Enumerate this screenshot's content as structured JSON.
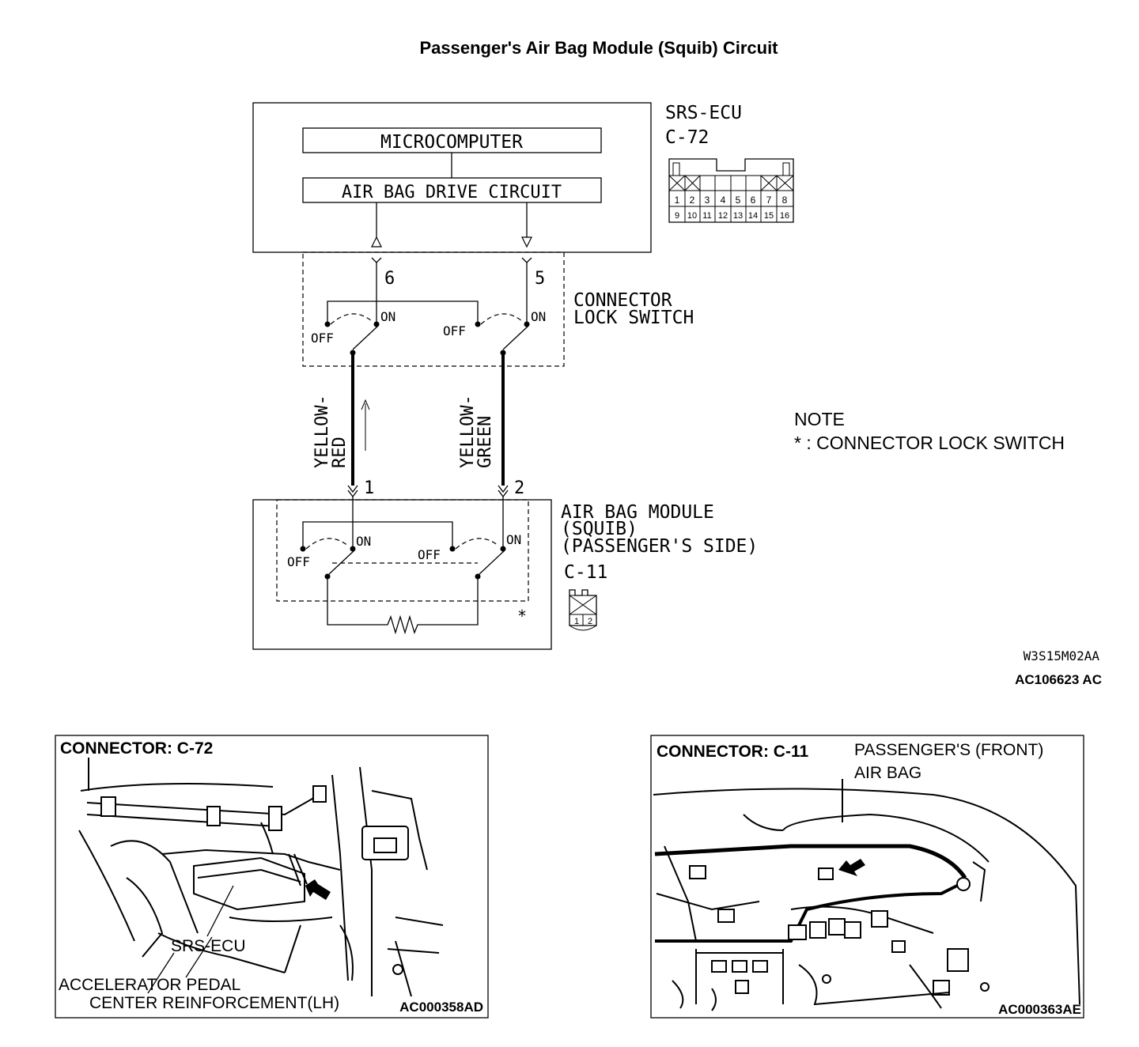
{
  "title": "Passenger's Air Bag Module (Squib) Circuit",
  "ecu": {
    "name": "SRS-ECU",
    "connector": "C-72",
    "microcomputer": "MICROCOMPUTER",
    "drive_circuit": "AIR BAG DRIVE CIRCUIT",
    "pin_6": "6",
    "pin_5": "5",
    "pins_top": [
      "1",
      "2",
      "3",
      "4",
      "5",
      "6",
      "7",
      "8"
    ],
    "pins_bottom": [
      "9",
      "10",
      "11",
      "12",
      "13",
      "14",
      "15",
      "16"
    ]
  },
  "lock_switch": {
    "label_line1": "CONNECTOR",
    "label_line2": "LOCK SWITCH",
    "on": "ON",
    "off": "OFF"
  },
  "wires": {
    "left_color_line1": "YELLOW-",
    "left_color_line2": "RED",
    "right_color_line1": "YELLOW-",
    "right_color_line2": "GREEN",
    "pin_1": "1",
    "pin_2": "2"
  },
  "module": {
    "label_line1": "AIR BAG MODULE",
    "label_line2": "(SQUIB)",
    "label_line3": "(PASSENGER'S SIDE)",
    "connector": "C-11",
    "pins": [
      "1",
      "2"
    ],
    "asterisk": "*"
  },
  "note": {
    "heading": "NOTE",
    "text": "* : CONNECTOR LOCK SWITCH"
  },
  "codes": {
    "drawing_code": "W3S15M02AA",
    "figure_code": "AC106623 AC"
  },
  "panel_c72": {
    "heading": "CONNECTOR: C-72",
    "label_ecu": "SRS-ECU",
    "label_pedal": "ACCELERATOR PEDAL",
    "label_reinf": "CENTER REINFORCEMENT(LH)",
    "code": "AC000358AD"
  },
  "panel_c11": {
    "heading": "CONNECTOR: C-11",
    "label_line1": "PASSENGER'S (FRONT)",
    "label_line2": "AIR BAG",
    "code": "AC000363AE"
  }
}
